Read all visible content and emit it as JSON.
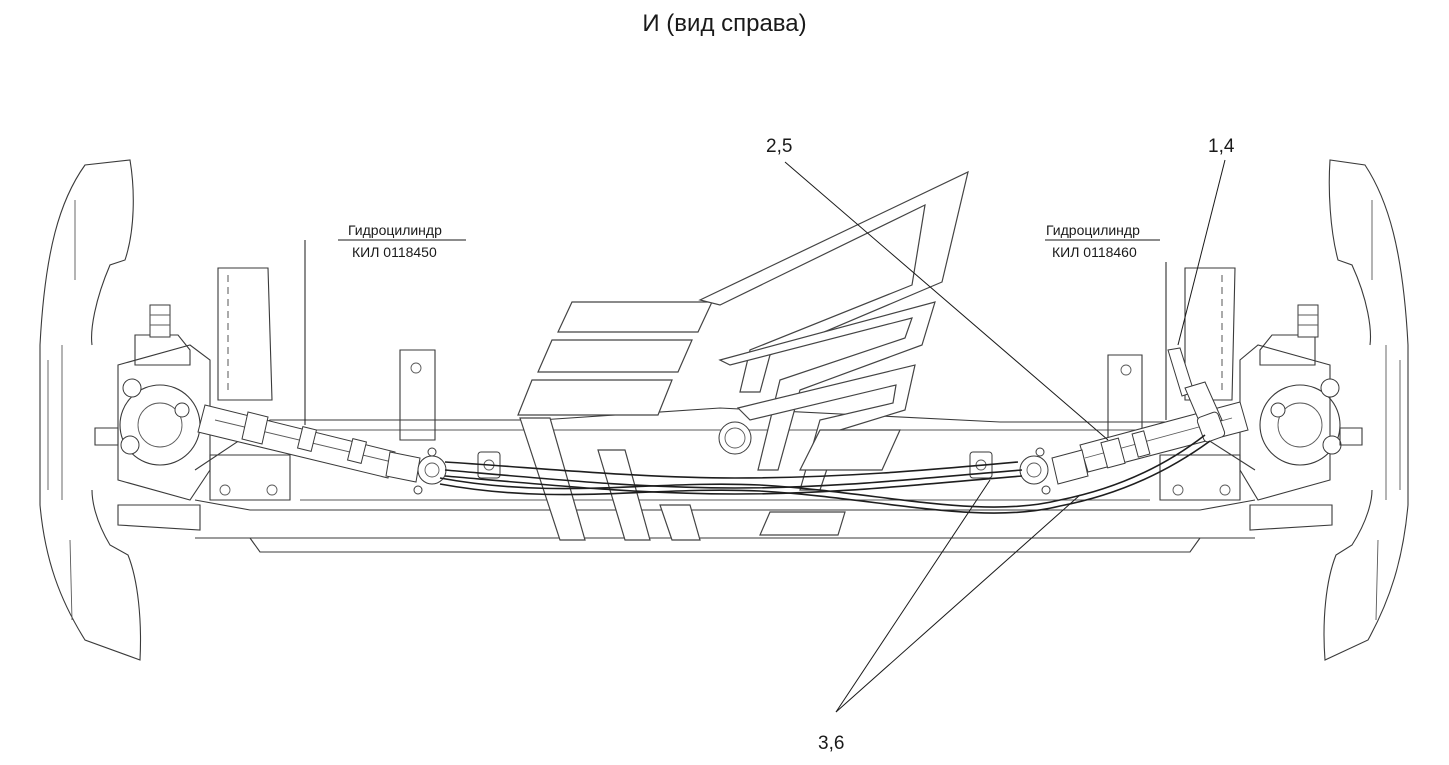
{
  "view": {
    "title": "И (вид справа)"
  },
  "callouts": {
    "top_center": "2,5",
    "top_right": "1,4",
    "bottom": "3,6"
  },
  "parts": {
    "left": {
      "name": "Гидроцилиндр",
      "code": "КИЛ 0118450"
    },
    "right": {
      "name": "Гидроцилиндр",
      "code": "КИЛ 0118460"
    }
  }
}
